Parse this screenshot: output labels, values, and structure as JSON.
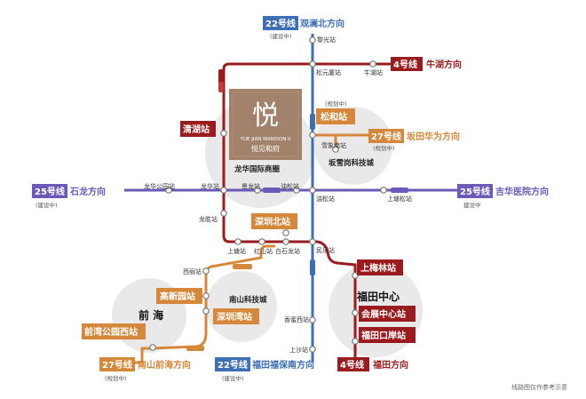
{
  "colors": {
    "line4": "#9b1c1f",
    "line22": "#3e6fb5",
    "line25": "#6d59b8",
    "line27": "#d6883a",
    "circle": "#e9e9e9"
  },
  "directions": {
    "l22_north": {
      "line": "22号线",
      "dest": "观澜北方向",
      "sub": "(建设中)"
    },
    "l4_north": {
      "line": "4号线",
      "dest": "牛湖方向"
    },
    "l27_north": {
      "line": "27号线",
      "dest": "坂田华为方向",
      "sub": "(规划中)"
    },
    "l25_west": {
      "line": "25号线",
      "dest": "石龙方向",
      "sub": "(建设中)"
    },
    "l25_east": {
      "line": "25号线",
      "dest": "吉华医院方向",
      "sub": "建设中"
    },
    "l27_south": {
      "line": "27号线",
      "dest": "南山前海方向",
      "sub": "(规划中)"
    },
    "l22_south": {
      "line": "22号线",
      "dest": "福田福保南方向",
      "sub": "(建设中)"
    },
    "l4_south": {
      "line": "4号线",
      "dest": "福田方向"
    }
  },
  "stations": {
    "liguang": "黎光站",
    "songyuanxia": "松元厦站",
    "niuhu": "牛湖站",
    "xuexiangnan": "雪象南站",
    "longhuagongyuan": "龙华公园站",
    "longhua": "龙华站",
    "jinglong": "景龙站",
    "yousong": "油松站",
    "shangsong": "上塘松站",
    "yousong2": "油松站",
    "longsheng": "龙胜站",
    "shangtang": "上塘站",
    "hongshan": "红山站",
    "baishilong": "白石龙站",
    "minle": "民乐站",
    "xili": "西丽站",
    "xiangmixi": "香蜜西站",
    "shangsha": "上沙站"
  },
  "highlights": {
    "songhe": "松和站",
    "songhe_note": "(规划中)",
    "qinghu": "清湖站",
    "shenzhenbei": "深圳北站",
    "gaoxinyuan": "高新园站",
    "shenzhenwan": "深圳湾站",
    "qianwangongyuanxi": "前湾公园西站",
    "shangmeilin": "上梅林站",
    "huizhanzhongxin": "会展中心站",
    "futiankouan": "福田口岸站"
  },
  "areas": {
    "longhua_cbd": "龙华国际商圈",
    "bantian": "坂雪岗科技城",
    "nanshan": "南山科技城",
    "qianhai": "前 海",
    "futian": "福田中心"
  },
  "project": {
    "logo_char": "悦",
    "en_name": "YUE JIAN MANSION II",
    "cn_name": "悦见和府"
  },
  "footer": "线路图仅作参考示意"
}
